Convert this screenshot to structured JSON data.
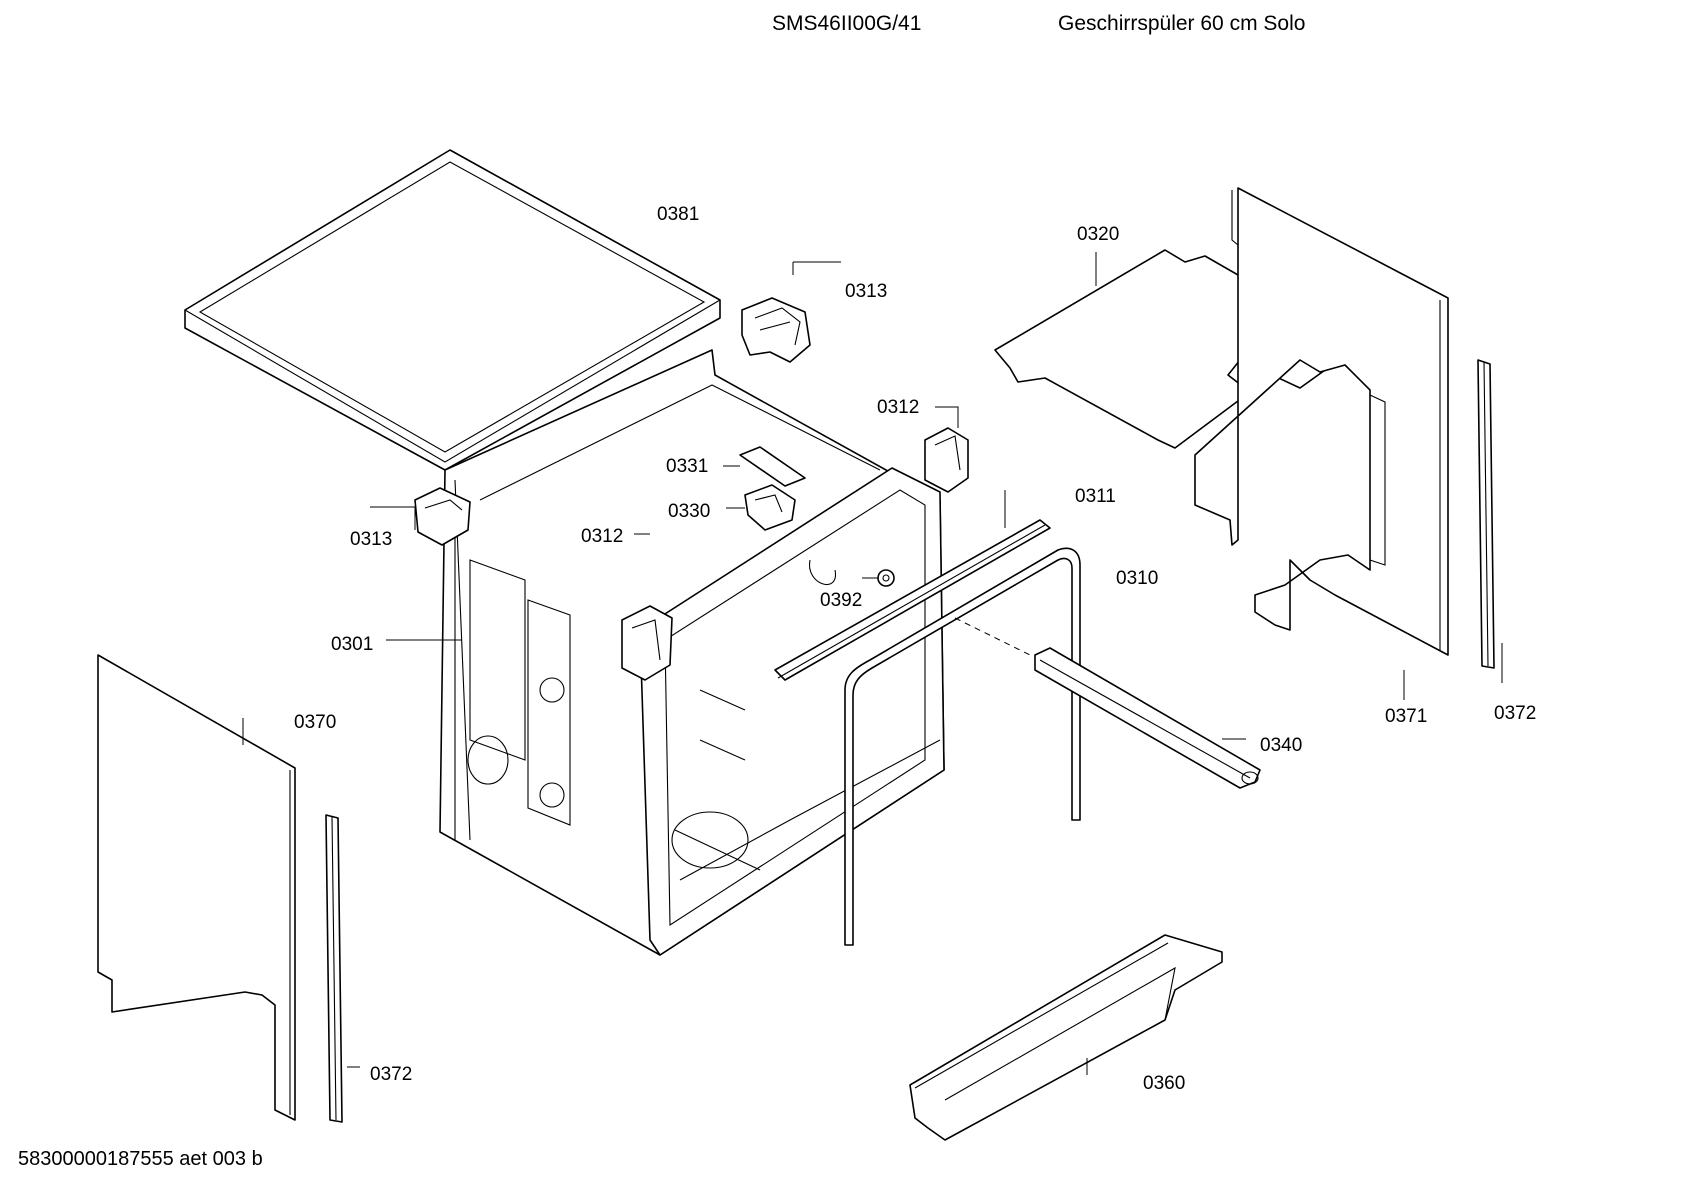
{
  "header": {
    "model": "SMS46II00G/41",
    "description": "Geschirrspüler 60 cm Solo"
  },
  "footer": {
    "doc_id": "58300000187555 aet 003 b"
  },
  "callouts": [
    {
      "id": "c0381",
      "label": "0381"
    },
    {
      "id": "c0313a",
      "label": "0313"
    },
    {
      "id": "c0320",
      "label": "0320"
    },
    {
      "id": "c0312a",
      "label": "0312"
    },
    {
      "id": "c0331",
      "label": "0331"
    },
    {
      "id": "c0330",
      "label": "0330"
    },
    {
      "id": "c0311",
      "label": "0311"
    },
    {
      "id": "c0313b",
      "label": "0313"
    },
    {
      "id": "c0312b",
      "label": "0312"
    },
    {
      "id": "c0310",
      "label": "0310"
    },
    {
      "id": "c0392",
      "label": "0392"
    },
    {
      "id": "c0301",
      "label": "0301"
    },
    {
      "id": "c0370",
      "label": "0370"
    },
    {
      "id": "c0340",
      "label": "0340"
    },
    {
      "id": "c0371",
      "label": "0371"
    },
    {
      "id": "c0372a",
      "label": "0372"
    },
    {
      "id": "c0372b",
      "label": "0372"
    },
    {
      "id": "c0360",
      "label": "0360"
    }
  ]
}
